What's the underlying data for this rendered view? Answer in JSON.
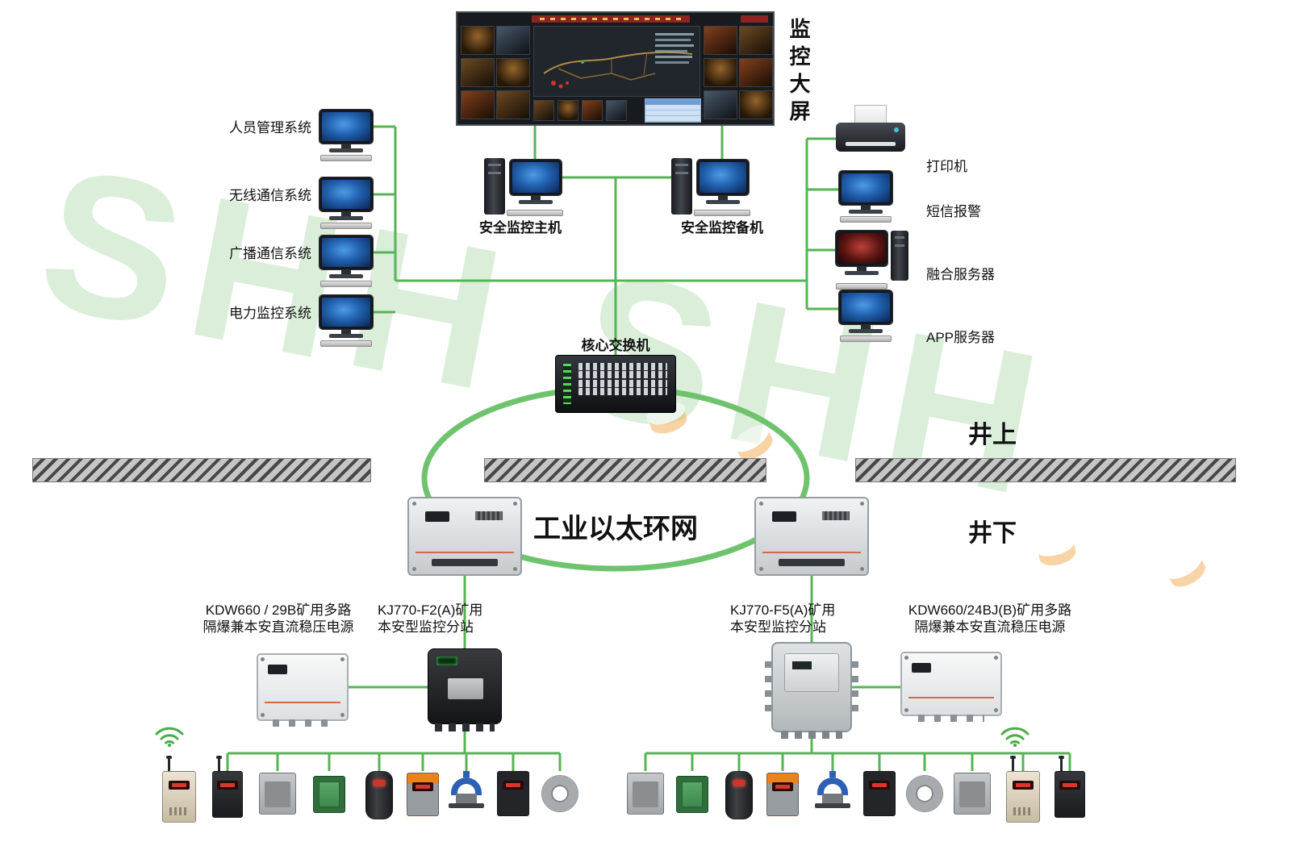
{
  "watermark": {
    "text": "SHH SHH"
  },
  "monitor_wall": {
    "label": "监控大屏"
  },
  "left_systems": [
    {
      "label": "人员管理系统"
    },
    {
      "label": "无线通信系统"
    },
    {
      "label": "广播通信系统"
    },
    {
      "label": "电力监控系统"
    }
  ],
  "hosts": {
    "main": "安全监控主机",
    "backup": "安全监控备机"
  },
  "right_devices": [
    {
      "label": "打印机"
    },
    {
      "label": "短信报警"
    },
    {
      "label": "融合服务器"
    },
    {
      "label": "APP服务器"
    }
  ],
  "core_switch": {
    "label": "核心交换机"
  },
  "ring": {
    "label": "工业以太环网"
  },
  "zones": {
    "surface": "井上",
    "underground": "井下"
  },
  "equipment": [
    {
      "line1": "KDW660 / 29B矿用多路",
      "line2": "隔爆兼本安直流稳压电源"
    },
    {
      "line1": "KJ770-F2(A)矿用",
      "line2": "本安型监控分站"
    },
    {
      "line1": "KJ770-F5(A)矿用",
      "line2": "本安型监控分站"
    },
    {
      "line1": "KDW660/24BJ(B)矿用多路",
      "line2": "隔爆兼本安直流稳压电源"
    }
  ],
  "colors": {
    "line_green": "#55b455",
    "ring_green": "#6fc36f",
    "watermark_green": "#8bc98d"
  }
}
